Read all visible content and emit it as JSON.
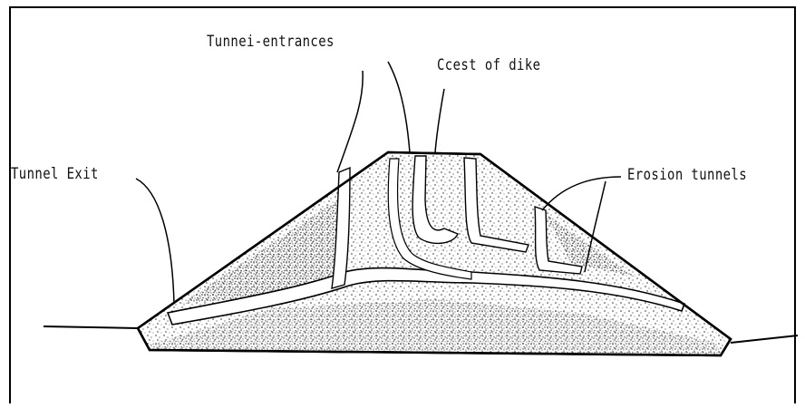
{
  "labels": {
    "tunnel_entrances": "Tunnei-entrances",
    "crest_of_dike": "Ccest of dike",
    "tunnel_exit": "Tunnel Exit",
    "erosion_tunnels": "Erosion tunnels"
  }
}
